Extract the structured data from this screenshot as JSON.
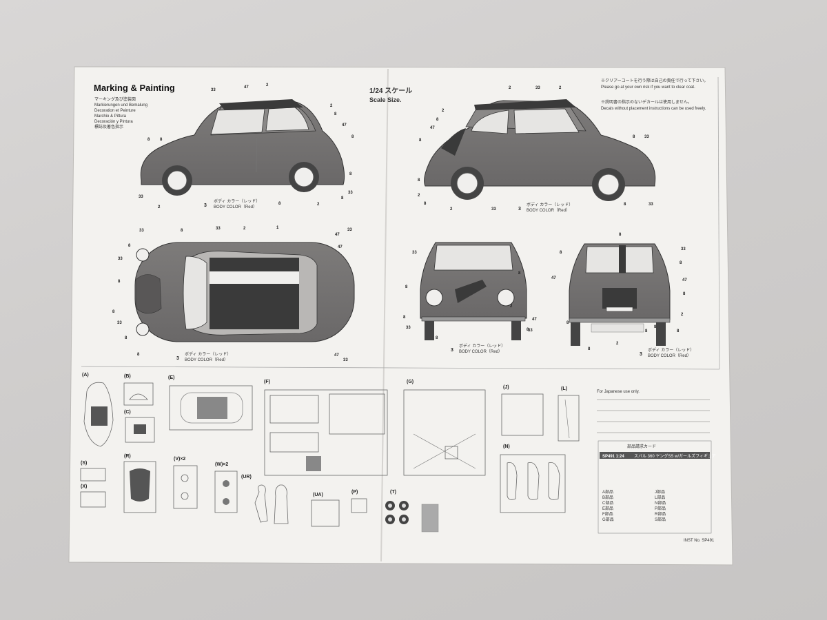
{
  "header": {
    "title": "Marking & Painting",
    "subtitles": [
      "マーキング及び塗装図",
      "Markierungen und Bemalung",
      "Decoration et Peinture",
      "Marchio & Pittura",
      "Decoración y Pintura",
      "標誌及著色指示"
    ],
    "scale_jp": "1/24 スケール",
    "scale_en": "Scale Size.",
    "notes": [
      "※クリアーコートを行う際は自己の責任で行って下さい。",
      "Please go at your own risk if you want to clear coat.",
      "※説明書の指示のないデカールは使用しません。",
      "Decals without placement instructions can be used freely."
    ]
  },
  "callout": {
    "num": "3",
    "jp": "ボディ カラー（レッド）",
    "en": "BODY COLOR（Red）"
  },
  "views": {
    "side_left": {
      "numbers": [
        "33",
        "47",
        "2",
        "2",
        "8",
        "47",
        "8",
        "8",
        "8",
        "33",
        "2",
        "8",
        "2",
        "33",
        "8",
        "8"
      ]
    },
    "side_right": {
      "numbers": [
        "2",
        "33",
        "2",
        "2",
        "8",
        "47",
        "8",
        "8",
        "33",
        "8",
        "2",
        "8",
        "2",
        "33",
        "8",
        "33"
      ]
    },
    "top": {
      "numbers": [
        "33",
        "8",
        "33",
        "2",
        "1",
        "8",
        "47",
        "33",
        "47",
        "8",
        "8",
        "33",
        "8",
        "8",
        "33",
        "47",
        "33"
      ]
    },
    "front": {
      "numbers": [
        "33",
        "8",
        "8",
        "47",
        "33",
        "8",
        "2",
        "8",
        "8",
        "33"
      ]
    },
    "rear": {
      "numbers": [
        "8",
        "33",
        "8",
        "47",
        "8",
        "47",
        "8",
        "2",
        "8",
        "8",
        "2",
        "8",
        "8",
        "8"
      ]
    }
  },
  "sprues": [
    {
      "label": "(A)"
    },
    {
      "label": "(B)"
    },
    {
      "label": "(C)"
    },
    {
      "label": "(E)"
    },
    {
      "label": "(F)"
    },
    {
      "label": "(G)"
    },
    {
      "label": "(J)"
    },
    {
      "label": "(L)"
    },
    {
      "label": "(N)"
    },
    {
      "label": "(S)"
    },
    {
      "label": "(R)"
    },
    {
      "label": "(V)×2"
    },
    {
      "label": "(W)×2"
    },
    {
      "label": "(UR)"
    },
    {
      "label": "(UA)"
    },
    {
      "label": "(P)"
    },
    {
      "label": "(T)"
    },
    {
      "label": "(X)"
    }
  ],
  "parts_order": {
    "note_top": "For Japanese use only.",
    "card_label": "部品請求カード",
    "product_code": "SP491 1:24",
    "product_name": "スバル 360 ヤングSS w/ガールズフィギュア",
    "lines": [
      "A部品",
      "B部品",
      "C部品",
      "E部品",
      "F部品",
      "G部品",
      "J部品",
      "L部品",
      "N部品",
      "P部品",
      "R部品",
      "S部品"
    ],
    "instr_no": "INST No. SP491"
  }
}
